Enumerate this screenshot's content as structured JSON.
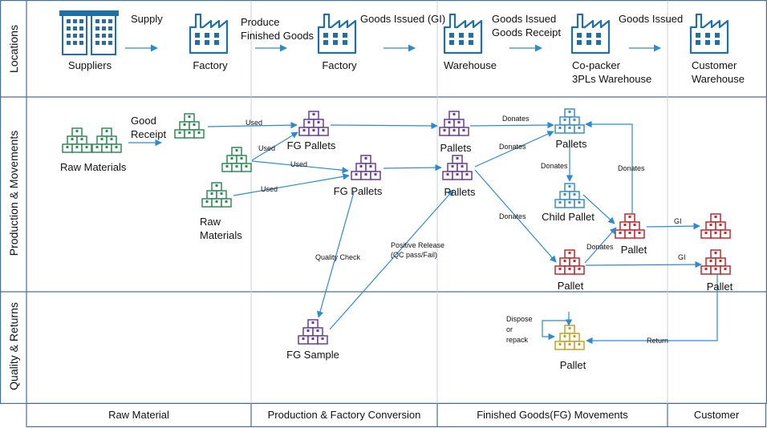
{
  "lanes": {
    "locations": "Locations",
    "production": "Production & Movements",
    "quality": "Quality & Returns"
  },
  "locations": {
    "suppliers": "Suppliers",
    "supply": "Supply",
    "factory1": "Factory",
    "produce_line1": "Produce",
    "produce_line2": "Finished Goods",
    "factory2": "Factory",
    "goods_issued_gi": "Goods Issued (GI)",
    "warehouse": "Warehouse",
    "gi_gr_line1": "Goods Issued",
    "gi_gr_line2": "Goods Receipt",
    "copacker_line1": "Co-packer",
    "copacker_line2": "3PLs Warehouse",
    "goods_issued": "Goods Issued",
    "customer_line1": "Customer",
    "customer_line2": "Warehouse"
  },
  "production": {
    "raw_materials_left": "Raw Materials",
    "good_receipt_line1": "Good",
    "good_receipt_line2": "Receipt",
    "used_1": "Used",
    "used_2": "Used",
    "used_3": "Used",
    "used_4": "Used",
    "raw_materials_line1": "Raw",
    "raw_materials_line2": "Materials",
    "fg_pallets_top": "FG Pallets",
    "fg_pallets_mid": "FG Pallets",
    "pallets_top": "Pallets",
    "pallets_mid": "Pallets",
    "donates_1": "Donates",
    "donates_2": "Donates",
    "donates_3": "Donates",
    "donates_4": "Donates",
    "donates_5": "Donates",
    "donates_6": "Donates",
    "pallets_blue": "Pallets",
    "child_pallet": "Child Pallet",
    "pallet_red_mid": "Pallet",
    "pallet_red_low": "Pallet",
    "gi_1": "GI",
    "gi_2": "GI",
    "pallet_red_right": "Pallet",
    "quality_check": "Quality Check",
    "positive_release_line1": "Positive Release",
    "positive_release_line2": "(QC pass/Fail)"
  },
  "quality": {
    "fg_sample": "FG Sample",
    "dispose_line1": "Dispose",
    "dispose_line2": "or",
    "dispose_line3": "repack",
    "pallet_yellow": "Pallet",
    "return": "Return"
  },
  "footer": {
    "raw_material": "Raw Material",
    "production_conversion": "Production & Factory Conversion",
    "fg_movements": "Finished Goods(FG) Movements",
    "customer": "Customer"
  },
  "colors": {
    "border": "#4d6f8f",
    "arrow": "#2e8ad0",
    "building": "#1f6fa8",
    "raw_green": "#2e8b57",
    "fg_purple": "#6a3d9a",
    "blue_pallet": "#3b8fc4",
    "red_pallet": "#c0282d",
    "yellow_pallet": "#c7a020"
  },
  "icons": {
    "building": "office-building-icon",
    "factory": "factory-icon",
    "pallet": "stacked-boxes-icon"
  }
}
